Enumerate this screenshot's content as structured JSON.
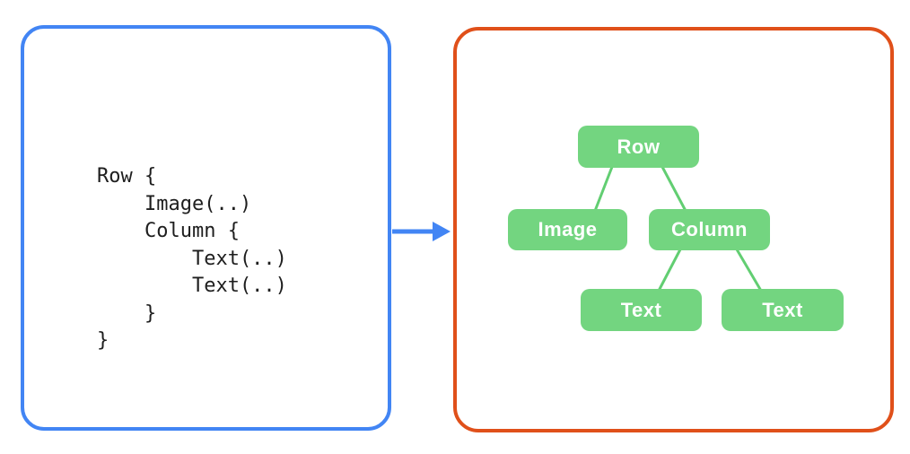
{
  "left_panel": {
    "type": "code-snippet",
    "lines": [
      "Row {",
      "    Image(..)",
      "    Column {",
      "        Text(..)",
      "        Text(..)",
      "    }",
      "}"
    ]
  },
  "arrow": {
    "direction": "right"
  },
  "right_panel": {
    "type": "ui-tree",
    "nodes": [
      {
        "id": "row",
        "label": "Row",
        "parent": null
      },
      {
        "id": "image",
        "label": "Image",
        "parent": "row"
      },
      {
        "id": "column",
        "label": "Column",
        "parent": "row"
      },
      {
        "id": "text-left",
        "label": "Text",
        "parent": "column"
      },
      {
        "id": "text-right",
        "label": "Text",
        "parent": "column"
      }
    ]
  },
  "colors": {
    "code_panel_border": "#4285F4",
    "tree_panel_border": "#E0501A",
    "arrow": "#4285F4",
    "node_fill": "#73D580",
    "node_text": "#FFFFFF",
    "connector": "#62CE72",
    "code_text": "#1E1E1E",
    "background": "#FFFFFF"
  }
}
